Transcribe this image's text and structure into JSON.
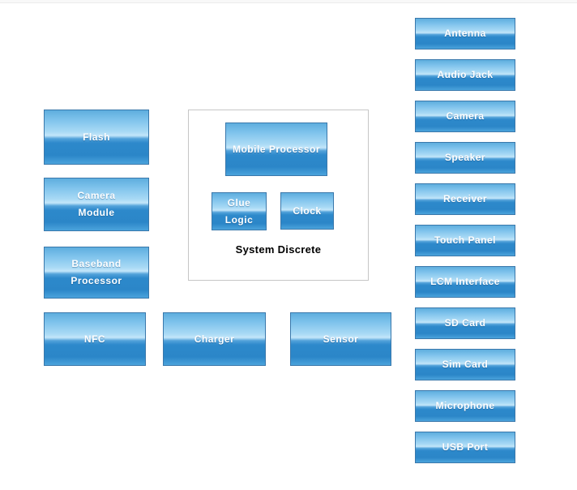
{
  "page": {
    "background": "#ffffff",
    "top_strip_color": "#f8f8f8"
  },
  "colors": {
    "block_border": "#3a78ab",
    "block_gradient_top": "#5eaede",
    "block_gradient_light": "#c3e6fa",
    "block_gradient_dark": "#2b86c8",
    "block_gradient_bottom": "#4ba3dc",
    "block_label": "#ffffff",
    "group_border": "#c6c6c6",
    "group_title_color": "#000000"
  },
  "left_column": {
    "items": [
      {
        "label": "Flash"
      },
      {
        "label": "Camera\nModule"
      },
      {
        "label": "Baseband\nProcessor"
      },
      {
        "label": "NFC"
      }
    ]
  },
  "bottom_row": {
    "items": [
      {
        "label": "Charger"
      },
      {
        "label": "Sensor"
      }
    ]
  },
  "system_discrete": {
    "title": "System Discrete",
    "blocks": [
      {
        "label": "Mobile Processor"
      },
      {
        "label": "Glue\nLogic"
      },
      {
        "label": "Clock"
      }
    ]
  },
  "right_column": {
    "items": [
      {
        "label": "Antenna"
      },
      {
        "label": "Audio Jack"
      },
      {
        "label": "Camera"
      },
      {
        "label": "Speaker"
      },
      {
        "label": "Receiver"
      },
      {
        "label": "Touch Panel"
      },
      {
        "label": "LCM Interface"
      },
      {
        "label": "SD Card"
      },
      {
        "label": "Sim Card"
      },
      {
        "label": "Microphone"
      },
      {
        "label": "USB Port"
      }
    ]
  }
}
